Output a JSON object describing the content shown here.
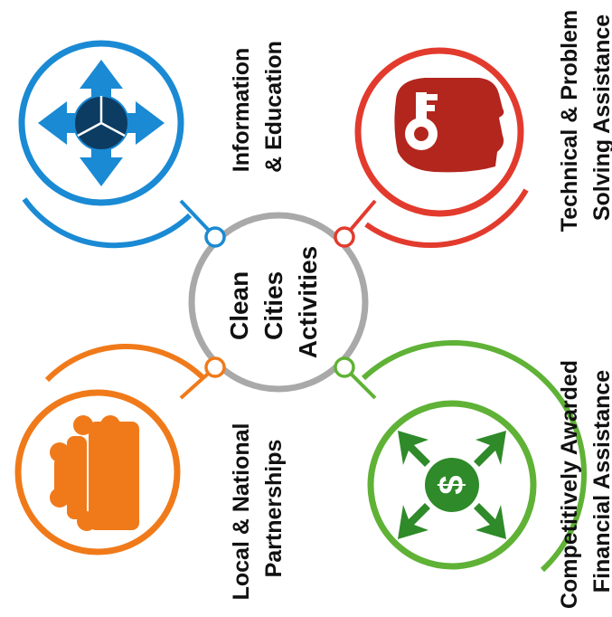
{
  "center": {
    "lines": [
      "Clean",
      "Cities",
      "Activities"
    ]
  },
  "nodes": {
    "information": {
      "lines": [
        "Information",
        "& Education"
      ],
      "color": "#1a8ad4",
      "icon_color": "#0d3c63",
      "icon": "four-arrows-pie-icon"
    },
    "technical": {
      "lines": [
        "Technical & Problem",
        "Solving Assistance"
      ],
      "color": "#e23b2e",
      "icon_color": "#b3261e",
      "icon": "key-head-icon"
    },
    "partnerships": {
      "lines": [
        "Local & National",
        "Partnerships"
      ],
      "color": "#f07a1a",
      "icon_color": "#f07a1a",
      "icon": "people-group-icon"
    },
    "financial": {
      "lines": [
        "Competitively Awarded",
        "Financial Assistance"
      ],
      "color": "#5fb236",
      "icon_color": "#2f8a2a",
      "icon": "dollar-arrows-icon"
    }
  },
  "hub_color": "#a9a9a9"
}
